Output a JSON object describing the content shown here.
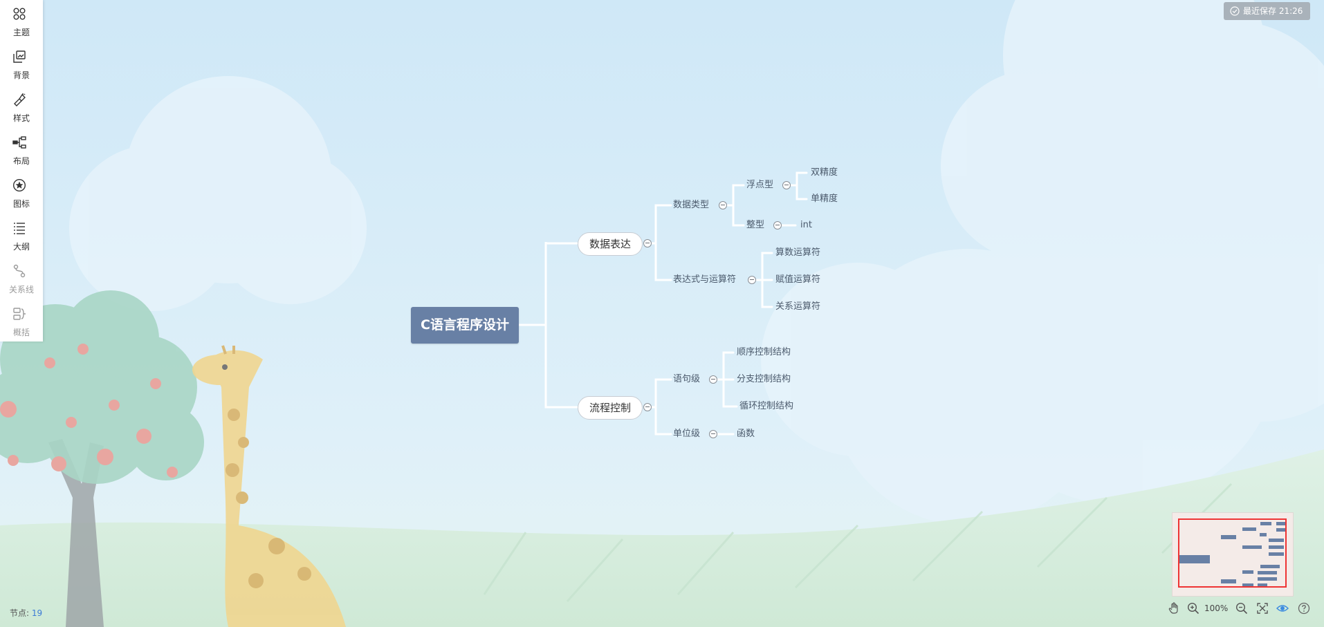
{
  "toolbar": {
    "items": [
      {
        "label": "主题",
        "icon": "theme-icon",
        "enabled": true
      },
      {
        "label": "背景",
        "icon": "background-image-icon",
        "enabled": true
      },
      {
        "label": "样式",
        "icon": "brush-icon",
        "enabled": true
      },
      {
        "label": "布局",
        "icon": "layout-tree-icon",
        "enabled": true
      },
      {
        "label": "图标",
        "icon": "star-circle-icon",
        "enabled": true
      },
      {
        "label": "大纲",
        "icon": "outline-list-icon",
        "enabled": true
      },
      {
        "label": "关系线",
        "icon": "relation-line-icon",
        "enabled": false
      },
      {
        "label": "概括",
        "icon": "summary-icon",
        "enabled": false
      }
    ]
  },
  "save_status": "最近保存 21:26",
  "mindmap": {
    "root": "C语言程序设计",
    "branch_data": "数据表达",
    "data_types": "数据类型",
    "float_type": "浮点型",
    "double": "双精度",
    "single": "单精度",
    "int_type": "整型",
    "int": "int",
    "expr_ops": "表达式与运算符",
    "arith": "算数运算符",
    "assign": "赋值运算符",
    "relation": "关系运算符",
    "branch_flow": "流程控制",
    "statement_level": "语句级",
    "sequence": "顺序控制结构",
    "selection": "分支控制结构",
    "loop": "循环控制结构",
    "unit_level": "单位级",
    "function": "函数"
  },
  "status": {
    "node_label": "节点:",
    "node_count": "19"
  },
  "zoom": {
    "value": "100%"
  },
  "colors": {
    "root_fill": "#6880a5",
    "sky": "#d6ecf8",
    "accent_blue": "#3c7bd6",
    "minimap_viewport": "#e33333"
  }
}
